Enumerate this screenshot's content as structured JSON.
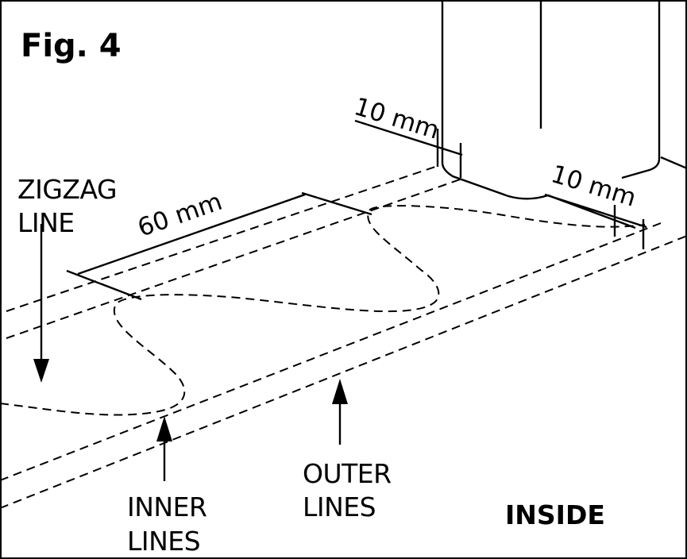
{
  "figure": {
    "title": "Fig. 4"
  },
  "labels": {
    "zigzag_line_1": "ZIGZAG",
    "zigzag_line_2": "LINE",
    "inner_lines_1": "INNER",
    "inner_lines_2": "LINES",
    "outer_lines_1": "OUTER",
    "outer_lines_2": "LINES",
    "inside": "INSIDE"
  },
  "dimensions": {
    "length": "60 mm",
    "offset_top": "10 mm",
    "offset_right": "10 mm"
  },
  "colors": {
    "ink": "#000000",
    "paper": "#ffffff"
  }
}
